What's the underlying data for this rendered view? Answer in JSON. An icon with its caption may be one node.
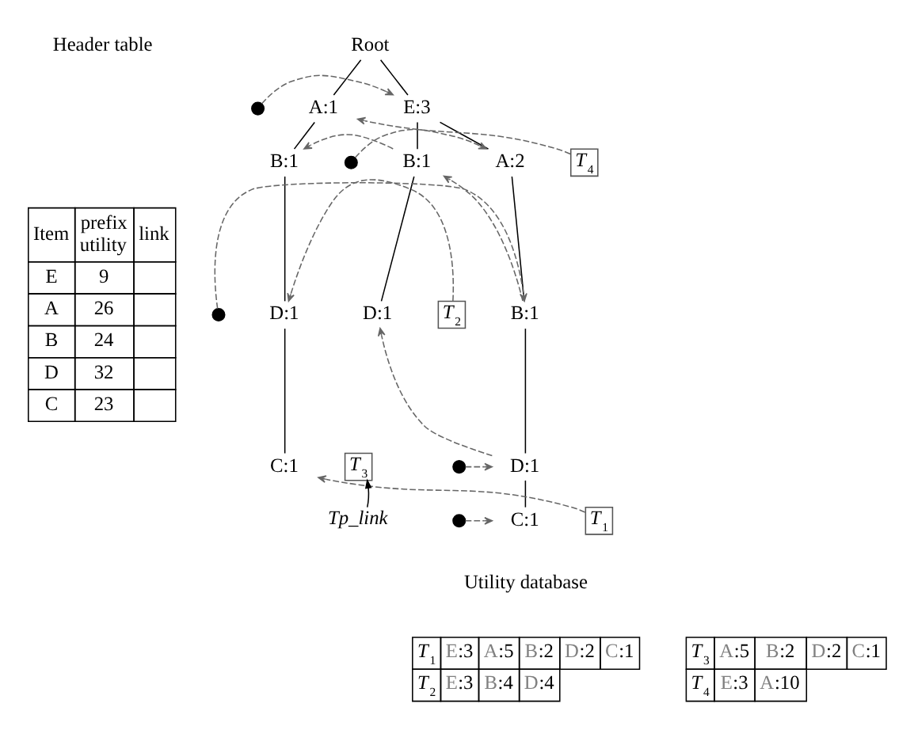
{
  "diagram": {
    "nodes": [
      {
        "text": [
          "Root"
        ]
      },
      {
        "text": [
          "E:3"
        ]
      },
      {
        "text": [
          "A:2"
        ]
      },
      {
        "text": [
          "*T*$_{4}$"
        ]
      },
      {
        "text": [
          "B:1"
        ]
      },
      {
        "text": [
          "D:1"
        ]
      },
      {
        "text": [
          "C:1"
        ]
      },
      {
        "text": [
          "*T*$_{1}$"
        ]
      },
      {
        "text": [
          "B:1"
        ]
      },
      {
        "text": [
          "D:1"
        ]
      },
      {
        "text": [
          "*T*$_{2}$"
        ]
      },
      {
        "text": [
          "A:1"
        ]
      },
      {
        "text": [
          "B:1"
        ]
      },
      {
        "text": [
          "D:1"
        ]
      },
      {
        "text": [
          "C:1"
        ]
      },
      {
        "text": [
          "*T*$_{3}$"
        ]
      },
      {
        "text": [
          "Tp_link"
        ]
      },
      {
        "text": [],
        "shape": "circle"
      },
      {
        "text": [],
        "shape": "circle"
      },
      {
        "text": [],
        "shape": "circle"
      },
      {
        "text": [],
        "shape": "circle"
      },
      {
        "text": [],
        "shape": "circle"
      }
    ],
    "edges": [
      {
        "from": 0,
        "to": 1,
        "arrow": "none"
      },
      {
        "from": 0,
        "to": 11,
        "arrow": "none"
      },
      {
        "from": 1,
        "to": 2,
        "arrow": "none"
      },
      {
        "from": 1,
        "to": 8,
        "arrow": "none"
      },
      {
        "from": 2,
        "to": 4,
        "arrow": "none"
      },
      {
        "from": 4,
        "to": 5,
        "arrow": "none"
      },
      {
        "from": 5,
        "to": 6,
        "arrow": "none"
      },
      {
        "from": 8,
        "to": 9,
        "arrow": "none"
      },
      {
        "from": 11,
        "to": 12,
        "arrow": "none"
      },
      {
        "from": 12,
        "to": 13,
        "arrow": "none"
      },
      {
        "from": 13,
        "to": 14,
        "arrow": "none"
      },
      {
        "from": 17,
        "to": 1,
        "arrow": "to",
        "style": "dashed",
        "color": "#666666"
      },
      {
        "from": 18,
        "to": 2,
        "arrow": "to",
        "style": "dashed",
        "color": "#666666"
      },
      {
        "from": 19,
        "to": 4,
        "arrow": "to",
        "style": "dashed",
        "color": "#666666"
      },
      {
        "from": 20,
        "to": 5,
        "arrow": "to",
        "style": "dashed",
        "color": "#666666"
      },
      {
        "from": 21,
        "to": 6,
        "arrow": "to",
        "style": "dashed",
        "color": "#666666"
      },
      {
        "from": 3,
        "to": 11,
        "arrow": "to",
        "style": "dashed",
        "color": "#666666"
      },
      {
        "from": 4,
        "to": 8,
        "arrow": "to",
        "style": "dashed",
        "color": "#666666"
      },
      {
        "from": 5,
        "to": 9,
        "arrow": "to",
        "style": "dashed",
        "color": "#666666"
      },
      {
        "from": 7,
        "to": 14,
        "arrow": "to",
        "style": "dashed",
        "color": "#666666"
      },
      {
        "from": 8,
        "to": 12,
        "arrow": "to",
        "style": "dashed",
        "color": "#666666"
      },
      {
        "from": 10,
        "to": 13,
        "arrow": "to",
        "style": "dashed",
        "color": "#666666"
      },
      {
        "from": 16,
        "to": 15,
        "arrow": "to"
      }
    ],
    "labels": [
      "Header table",
      "Item",
      "prefix utility",
      "link",
      "E",
      "9",
      "A",
      "26",
      "B",
      "24",
      "D",
      "32",
      "C",
      "23",
      "Utility database",
      "*T*$_{1}$",
      "E:3",
      "A:5",
      "B:2",
      "D:2",
      "C:1",
      "*T*$_{3}$",
      "A:5",
      "B:2",
      "D:2",
      "C:1",
      "*T*$_{2}$",
      "E:3",
      "B:4",
      "D:4",
      "*T*$_{4}$",
      "E:3",
      "A:10"
    ]
  }
}
